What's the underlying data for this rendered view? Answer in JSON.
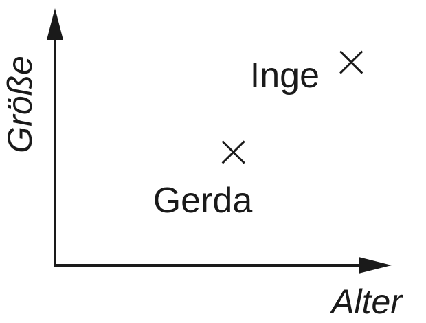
{
  "chart_data": {
    "type": "scatter",
    "title": "",
    "xlabel": "Alter",
    "ylabel": "Größe",
    "grid": false,
    "ticks": false,
    "points": [
      {
        "label": "Inge",
        "x": 0.88,
        "y": 0.79
      },
      {
        "label": "Gerda",
        "x": 0.53,
        "y": 0.44
      }
    ]
  },
  "colors": {
    "ink": "#1a1a1a",
    "background": "#ffffff"
  },
  "icons": {
    "point_marker": "x-mark-icon",
    "axis_arrow": "arrowhead-icon"
  }
}
